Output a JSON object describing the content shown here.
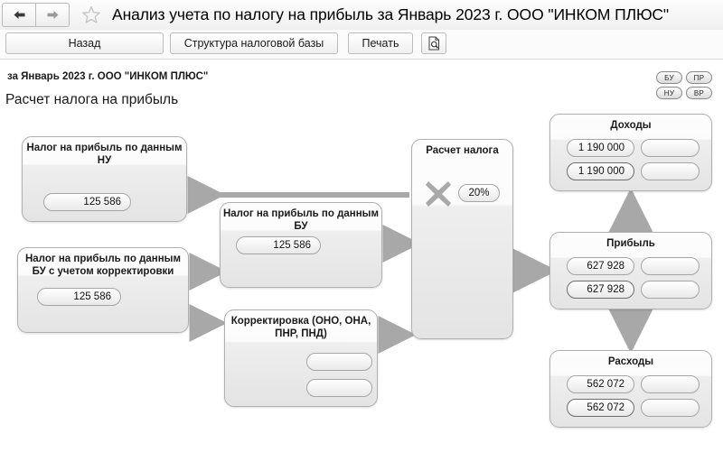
{
  "window": {
    "title": "Анализ учета по налогу на прибыль за Январь 2023 г. ООО \"ИНКОМ ПЛЮС\"",
    "back_icon": "arrow-left-icon",
    "forward_icon": "arrow-right-icon",
    "favorite_icon": "star-icon"
  },
  "toolbar": {
    "back_label": "Назад",
    "structure_label": "Структура налоговой базы",
    "print_label": "Печать",
    "preview_icon": "print-preview-icon"
  },
  "report": {
    "subtitle": "за Январь 2023 г. ООО \"ИНКОМ ПЛЮС\"",
    "title": "Расчет налога на прибыль"
  },
  "legend": {
    "badges": [
      "БУ",
      "ПР",
      "НУ",
      "ВР"
    ]
  },
  "diagram": {
    "nodes": [
      {
        "id": "nu",
        "title": "Налог на прибыль по данным НУ",
        "values": [
          "125 586"
        ]
      },
      {
        "id": "bu",
        "title": "Налог на прибыль по данным БУ",
        "values": [
          "125 586"
        ]
      },
      {
        "id": "bukor",
        "title": "Налог на прибыль по данным БУ с учетом корректировки",
        "values": [
          "125 586"
        ]
      },
      {
        "id": "korr",
        "title": "Корректировка (ОНО, ОНА, ПНР, ПНД)",
        "values": [
          "",
          ""
        ]
      },
      {
        "id": "raschet",
        "title": "Расчет налога",
        "rate": "20%",
        "operator_icon": "multiply-icon"
      },
      {
        "id": "dohody",
        "title": "Доходы",
        "values": [
          "1 190 000",
          "",
          "1 190 000",
          ""
        ]
      },
      {
        "id": "pribyl",
        "title": "Прибыль",
        "values": [
          "627 928",
          "",
          "627 928",
          ""
        ]
      },
      {
        "id": "rashody",
        "title": "Расходы",
        "values": [
          "562 072",
          "",
          "562 072",
          ""
        ]
      }
    ]
  },
  "colors": {
    "arrow": "#a8a8a8",
    "node_border": "#b0b0b0",
    "text": "#1a1a1a"
  }
}
